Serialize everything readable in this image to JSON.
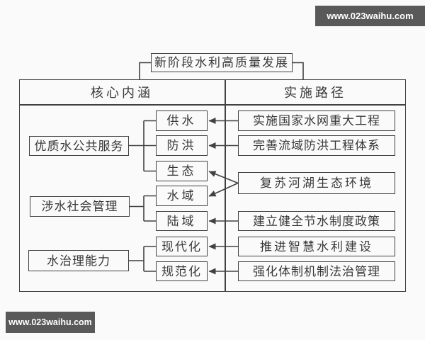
{
  "watermarks": {
    "top": "www.023waihu.com",
    "bottom": "www.023waihu.com"
  },
  "diagram": {
    "title": "新阶段水利高质量发展",
    "headers": {
      "left": "核心内涵",
      "right": "实施路径"
    },
    "core_groups": [
      {
        "label": "优质水公共服务",
        "covers": [
          "供水",
          "防洪",
          "生态"
        ]
      },
      {
        "label": "涉水社会管理",
        "covers": [
          "水域",
          "陆域"
        ]
      },
      {
        "label": "水治理能力",
        "covers": [
          "现代化",
          "规范化"
        ]
      }
    ],
    "aspects": [
      {
        "label": "供水"
      },
      {
        "label": "防洪"
      },
      {
        "label": "生态"
      },
      {
        "label": "水域"
      },
      {
        "label": "陆域"
      },
      {
        "label": "现代化"
      },
      {
        "label": "规范化"
      }
    ],
    "paths": [
      {
        "label": "实施国家水网重大工程",
        "arrow_to": [
          "供水"
        ]
      },
      {
        "label": "完善流域防洪工程体系",
        "arrow_to": [
          "防洪"
        ]
      },
      {
        "label": "复苏河湖生态环境",
        "arrow_to": [
          "生态",
          "水域"
        ]
      },
      {
        "label": "建立健全节水制度政策",
        "arrow_to": [
          "陆域"
        ]
      },
      {
        "label": "推进智慧水利建设",
        "arrow_to": [
          "现代化"
        ]
      },
      {
        "label": "强化体制机制法治管理",
        "arrow_to": [
          "规范化"
        ]
      }
    ]
  },
  "colors": {
    "line": "#414141",
    "text": "#383838",
    "background": "#fafafa",
    "watermark_bg": "#595959",
    "watermark_text": "#ffffff"
  }
}
